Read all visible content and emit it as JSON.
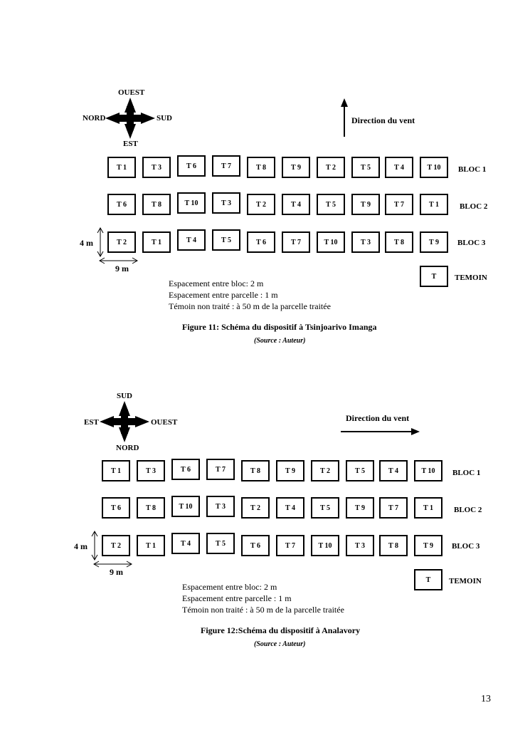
{
  "page_number": "13",
  "figures": [
    {
      "compass": {
        "top": "OUEST",
        "bottom": "EST",
        "left": "NORD",
        "right": "SUD"
      },
      "wind_label": "Direction du vent",
      "wind_arrow": "up",
      "blocks": [
        {
          "label": "BLOC 1",
          "cells": [
            "T 1",
            "T 3",
            "T 6",
            "T 7",
            "T 8",
            "T 9",
            "T 2",
            "T 5",
            "T 4",
            "T 10"
          ]
        },
        {
          "label": "BLOC 2",
          "cells": [
            "T 6",
            "T 8",
            "T 10",
            "T 3",
            "T 2",
            "T 4",
            "T 5",
            "T 9",
            "T 7",
            "T 1"
          ]
        },
        {
          "label": "BLOC 3",
          "cells": [
            "T 2",
            "T 1",
            "T 4",
            "T 5",
            "T 6",
            "T 7",
            "T 10",
            "T 3",
            "T 8",
            "T 9"
          ]
        }
      ],
      "control": {
        "cell": "T",
        "label": "TEMOIN"
      },
      "height_dim": "4 m",
      "width_dim": "9 m",
      "notes": [
        "Espacement entre bloc: 2 m",
        "Espacement entre parcelle : 1 m",
        "Témoin non traité : à 50 m de la parcelle traitée"
      ],
      "caption": "Figure 11: Schéma du dispositif à Tsinjoarivo Imanga",
      "source": "(Source : Auteur)"
    },
    {
      "compass": {
        "top": "SUD",
        "bottom": "NORD",
        "left": "EST",
        "right": "OUEST"
      },
      "wind_label": "Direction du vent",
      "wind_arrow": "right",
      "blocks": [
        {
          "label": "BLOC 1",
          "cells": [
            "T 1",
            "T 3",
            "T 6",
            "T 7",
            "T 8",
            "T 9",
            "T 2",
            "T 5",
            "T 4",
            "T 10"
          ]
        },
        {
          "label": "BLOC 2",
          "cells": [
            "T 6",
            "T 8",
            "T 10",
            "T 3",
            "T 2",
            "T 4",
            "T 5",
            "T 9",
            "T 7",
            "T 1"
          ]
        },
        {
          "label": "BLOC 3",
          "cells": [
            "T 2",
            "T 1",
            "T 4",
            "T 5",
            "T 6",
            "T 7",
            "T 10",
            "T 3",
            "T 8",
            "T 9"
          ]
        }
      ],
      "control": {
        "cell": "T",
        "label": "TEMOIN"
      },
      "height_dim": "4 m",
      "width_dim": "9 m",
      "notes": [
        "Espacement entre bloc: 2 m",
        "Espacement entre parcelle : 1 m",
        "Témoin non traité : à 50 m de la parcelle traitée"
      ],
      "caption": "Figure 12:Schéma du dispositif à Analavory",
      "source": "(Source : Auteur)"
    }
  ]
}
